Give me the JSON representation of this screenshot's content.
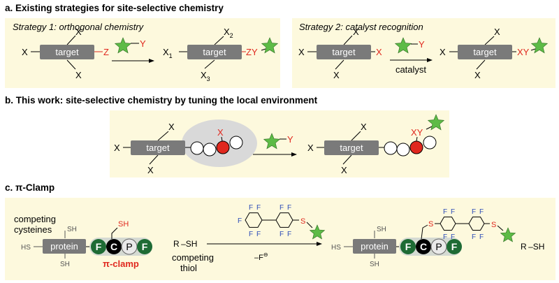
{
  "headings": {
    "a": "a. Existing strategies for site-selective chemistry",
    "b": "b. This work: site-selective chemistry by tuning the local environment",
    "c": "c. π-Clamp"
  },
  "strategy1": {
    "title": "Strategy 1:  orthogonal chemistry",
    "box_label": "target",
    "x": "X",
    "z": "Z",
    "y": "Y",
    "zy": "ZY",
    "x1": "X",
    "x1_sub": "1",
    "x2": "X",
    "x2_sub": "2",
    "x3": "X",
    "x3_sub": "3"
  },
  "strategy2": {
    "title": "Strategy 2: catalyst recognition",
    "box_label": "target",
    "x": "X",
    "y": "Y",
    "xy": "XY",
    "catalyst": "catalyst"
  },
  "thiswork": {
    "box_label": "target",
    "x": "X",
    "y": "Y",
    "xy": "XY"
  },
  "piclamp": {
    "competing_cysteines": [
      "competing",
      "cysteines"
    ],
    "sh": "SH",
    "hs": "HS",
    "protein": "protein",
    "residues": [
      "F",
      "C",
      "P",
      "F"
    ],
    "pi_clamp": "π-clamp",
    "rsh": "R –SH",
    "competing_thiol": [
      "competing",
      "thiol"
    ],
    "f": "F",
    "s": "S",
    "fluoride": "–F",
    "fluoride_charge": "⊖",
    "r_sh_right": "R –SH"
  },
  "colors": {
    "panel": "#fdf9dd",
    "box": "#7a7a7a",
    "red": "#e0281e",
    "star": "#5dbb46",
    "f_blue": "#2a4bb8",
    "dark_green": "#1e6b34",
    "clamp_bg": "#d5dad3",
    "oval": "#d9d9d9"
  }
}
